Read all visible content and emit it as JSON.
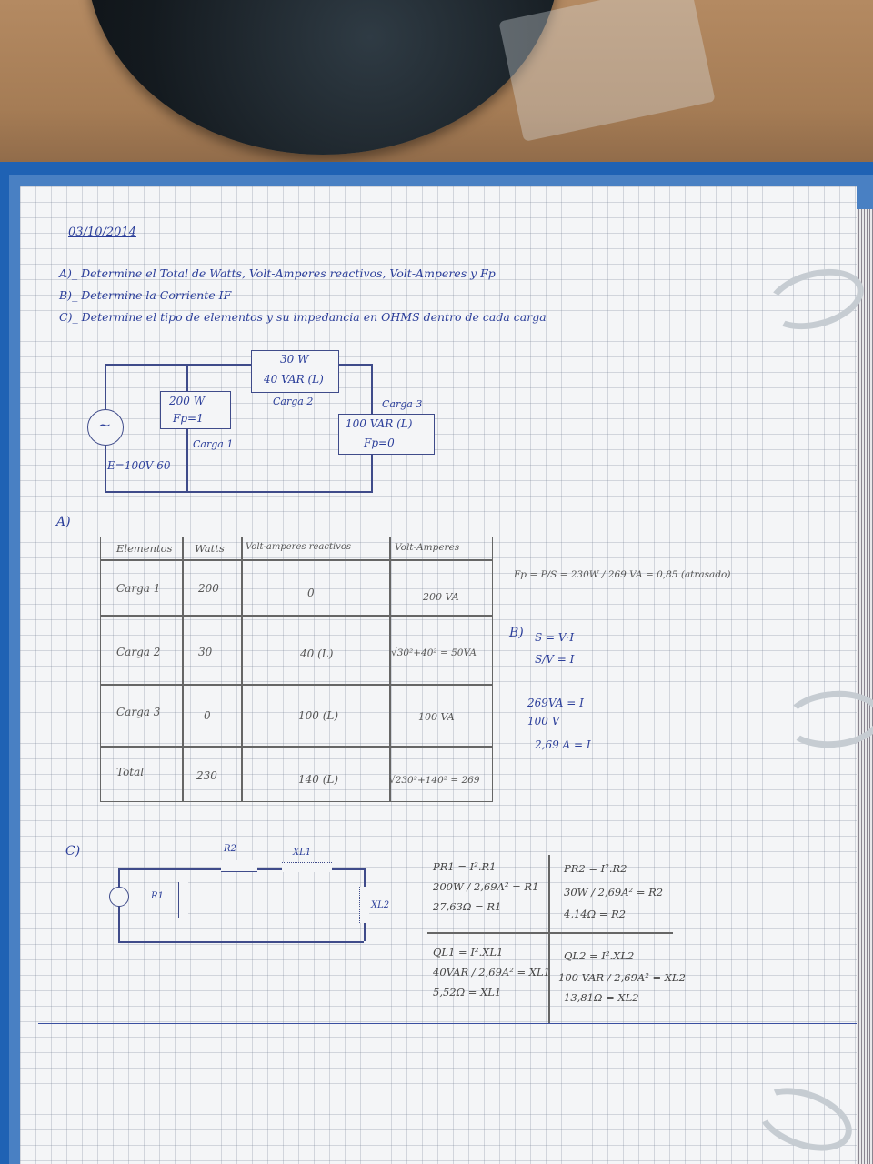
{
  "header": {
    "date": "03/10/2014"
  },
  "statements": [
    "A)_ Determine el Total de Watts, Volt-Amperes reactivos, Volt-Amperes y Fp",
    "B)_ Determine la Corriente IF",
    "C)_ Determine el tipo de elementos y su impedancia en OHMS dentro de cada carga"
  ],
  "circuit": {
    "source": "E=100V 60",
    "source_symbol": "~",
    "load1": {
      "watts": "200 W",
      "fp": "Fp=1",
      "name": "Carga 1"
    },
    "load2": {
      "watts": "30 W",
      "var": "40 VAR (L)",
      "name": "Carga 2"
    },
    "load3": {
      "name": "Carga 3",
      "var": "100 VAR (L)",
      "fp": "Fp=0"
    }
  },
  "section_a": {
    "label": "A)",
    "headers": [
      "Elementos",
      "Watts",
      "Volt-amperes reactivos",
      "Volt-Amperes"
    ],
    "rows": [
      [
        "Carga 1",
        "200",
        "0",
        "200 VA"
      ],
      [
        "Carga 2",
        "30",
        "40 (L)",
        "√30²+40² = 50VA"
      ],
      [
        "Carga 3",
        "0",
        "100 (L)",
        "100 VA"
      ],
      [
        "Total",
        "230",
        "140 (L)",
        "√230²+140² = 269"
      ]
    ],
    "fp_calc": "Fp = P/S = 230W / 269 VA = 0,85 (atrasado)"
  },
  "section_b": {
    "label": "B)",
    "lines": [
      "S = V·I",
      "S/V = I",
      "269VA = I",
      "100 V",
      "2,69 A = I"
    ]
  },
  "section_c": {
    "label": "C)",
    "components": [
      "R2",
      "XL1",
      "R1",
      "XL2"
    ],
    "calcs": [
      [
        "PR1 = I².R1",
        "200W / 2,69A² = R1",
        "27,63Ω = R1"
      ],
      [
        "PR2 = I².R2",
        "30W / 2,69A² = R2",
        "4,14Ω = R2"
      ],
      [
        "QL1 = I².XL1",
        "40VAR / 2,69A² = XL1",
        "5,52Ω = XL1"
      ],
      [
        "QL2 = I².XL2",
        "100 VAR / 2,69A² = XL2",
        "13,81Ω = XL2"
      ]
    ]
  }
}
